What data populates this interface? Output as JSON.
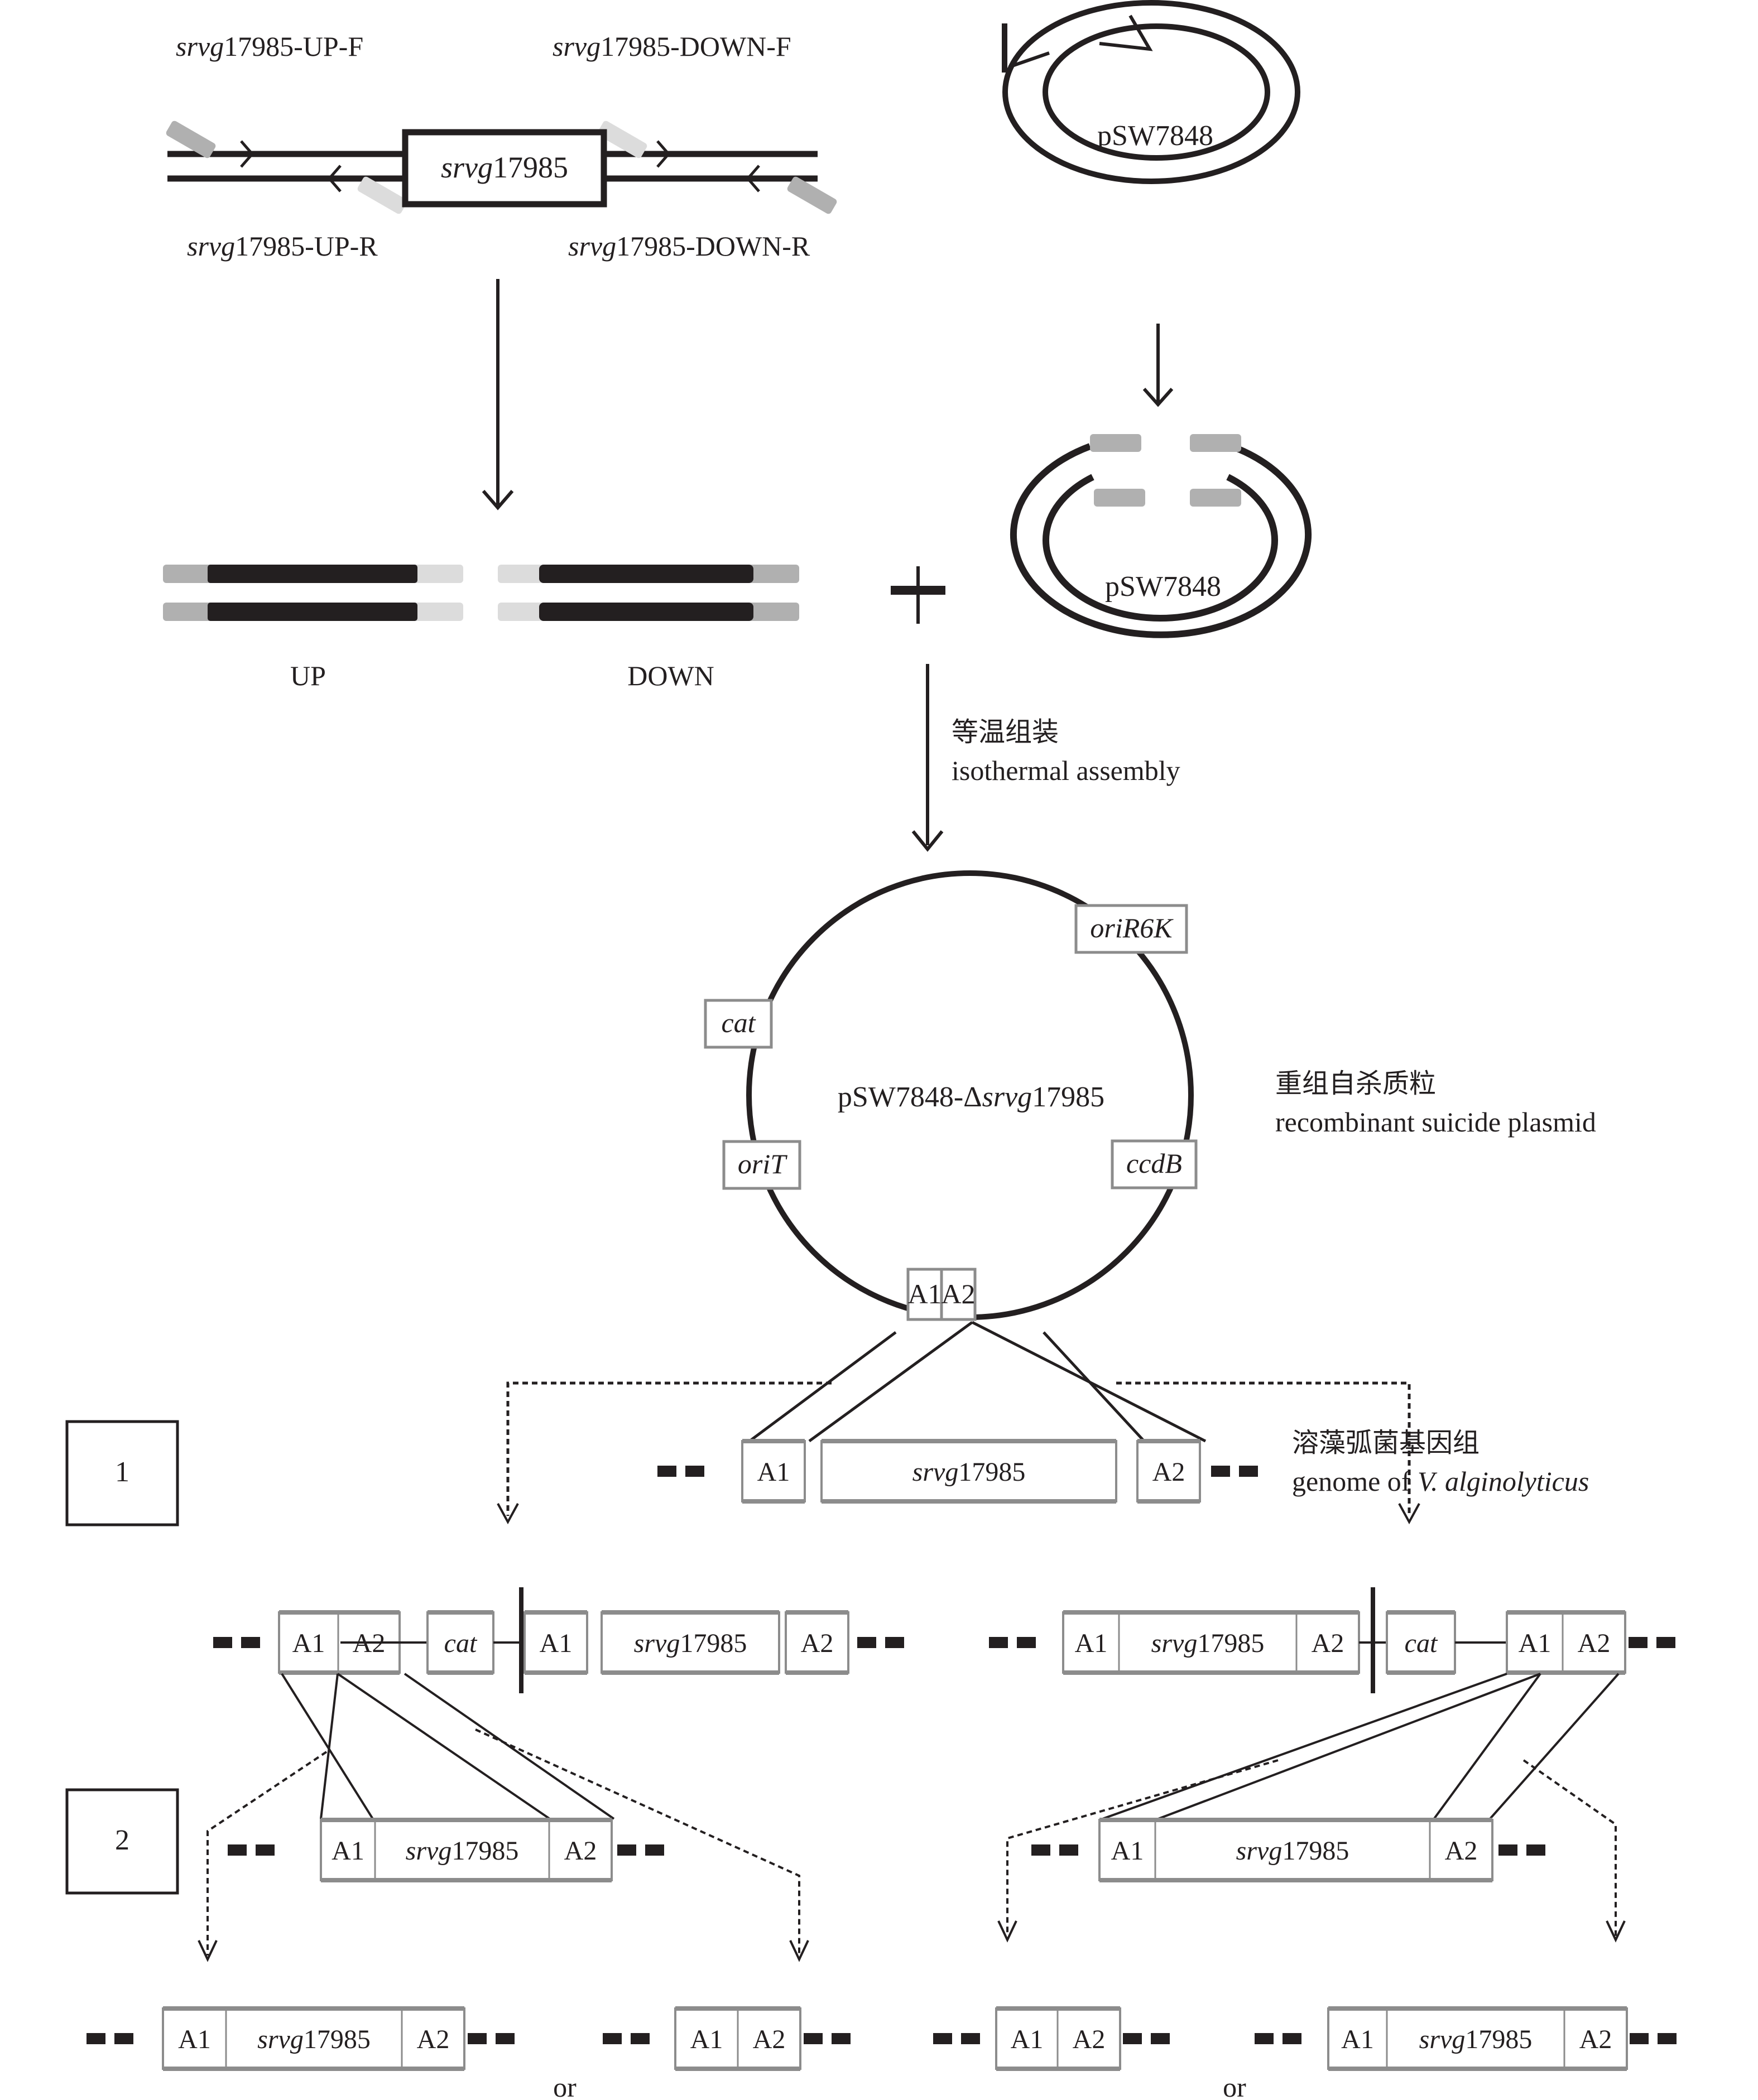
{
  "primers": {
    "up_f": {
      "italic": "srvg",
      "rest": "17985-UP-F"
    },
    "down_f": {
      "italic": "srvg",
      "rest": "17985-DOWN-F"
    },
    "up_r": {
      "italic": "srvg",
      "rest": "17985-UP-R"
    },
    "down_r": {
      "italic": "srvg",
      "rest": "17985-DOWN-R"
    }
  },
  "gene": {
    "italic": "srvg",
    "rest": "17985"
  },
  "plasmid_name": "pSW7848",
  "fragments": {
    "up": "UP",
    "down": "DOWN"
  },
  "plus": "+",
  "assembly": {
    "cn": "等温组装",
    "en": "isothermal assembly"
  },
  "recombinant": {
    "name_prefix": "pSW7848-Δ",
    "name_italic": "srvg",
    "name_suffix": "17985",
    "cn": "重组自杀质粒",
    "en": "recombinant suicide plasmid",
    "elements": {
      "oriR6K": "oriR6K",
      "cat": "cat",
      "ccdB": "ccdB",
      "oriT": "oriT"
    }
  },
  "arms": {
    "a1": "A1",
    "a2": "A2"
  },
  "genome": {
    "cn": "溶藻弧菌基因组",
    "en_prefix": "genome of ",
    "en_species": "V. alginolyticus"
  },
  "steps": {
    "step1": "1",
    "step2": "2"
  },
  "or_label": "or",
  "colors": {
    "ink": "#231f20",
    "dark_gray": "#b0b0b0",
    "light_gray": "#dcdcdc",
    "box_border": "#8c8c8c"
  }
}
